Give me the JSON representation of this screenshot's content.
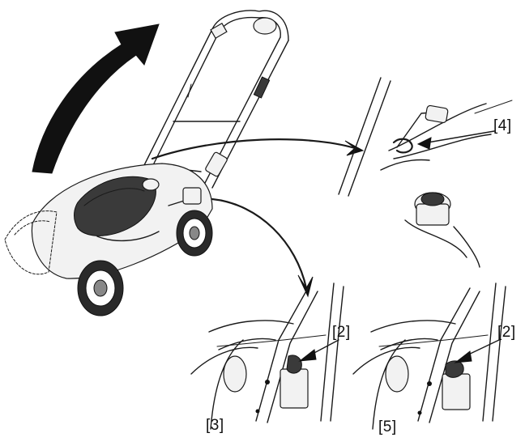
{
  "figure": {
    "callouts": {
      "c4": "[4]",
      "c2a": "[2]",
      "c3": "[3]",
      "c2b": "[2]",
      "c5": "[5]"
    }
  }
}
